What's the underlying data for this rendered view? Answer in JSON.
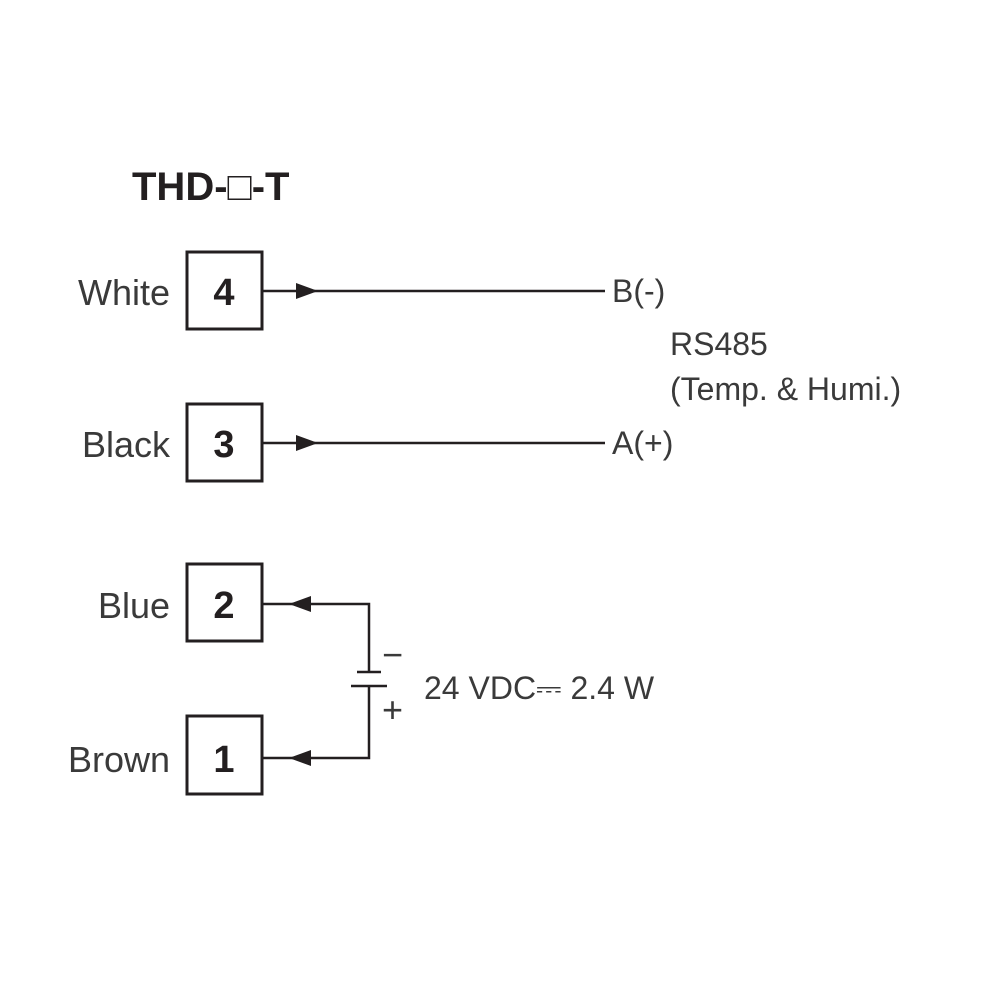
{
  "title": "THD-□-T",
  "terminals": [
    {
      "number": "4",
      "wire_color": "White"
    },
    {
      "number": "3",
      "wire_color": "Black"
    },
    {
      "number": "2",
      "wire_color": "Blue"
    },
    {
      "number": "1",
      "wire_color": "Brown"
    }
  ],
  "signals": {
    "b": "B(-)",
    "a": "A(+)"
  },
  "rs485": {
    "line1": "RS485",
    "line2": "(Temp. & Humi.)"
  },
  "power": {
    "spec": "24 VDC⎓ 2.4 W",
    "minus": "−",
    "plus": "+"
  }
}
